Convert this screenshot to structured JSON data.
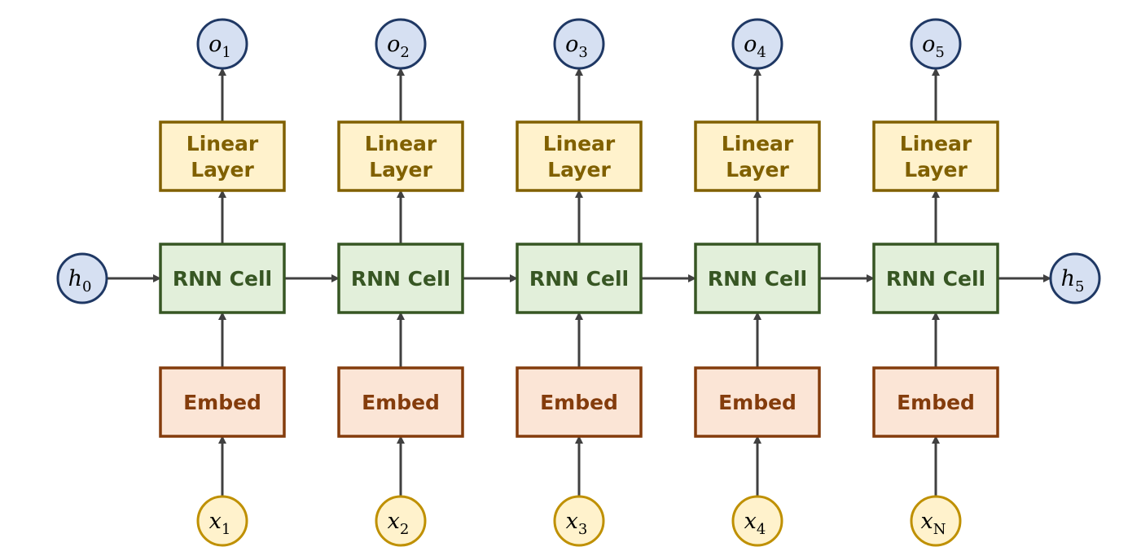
{
  "columns": [
    {
      "output": {
        "var": "o",
        "sub": "1"
      },
      "linear": [
        "Linear",
        "Layer"
      ],
      "rnn": "RNN Cell",
      "embed": "Embed",
      "input": {
        "var": "x",
        "sub": "1"
      }
    },
    {
      "output": {
        "var": "o",
        "sub": "2"
      },
      "linear": [
        "Linear",
        "Layer"
      ],
      "rnn": "RNN Cell",
      "embed": "Embed",
      "input": {
        "var": "x",
        "sub": "2"
      }
    },
    {
      "output": {
        "var": "o",
        "sub": "3"
      },
      "linear": [
        "Linear",
        "Layer"
      ],
      "rnn": "RNN Cell",
      "embed": "Embed",
      "input": {
        "var": "x",
        "sub": "3"
      }
    },
    {
      "output": {
        "var": "o",
        "sub": "4"
      },
      "linear": [
        "Linear",
        "Layer"
      ],
      "rnn": "RNN Cell",
      "embed": "Embed",
      "input": {
        "var": "x",
        "sub": "4"
      }
    },
    {
      "output": {
        "var": "o",
        "sub": "5"
      },
      "linear": [
        "Linear",
        "Layer"
      ],
      "rnn": "RNN Cell",
      "embed": "Embed",
      "input": {
        "var": "x",
        "sub": "N"
      }
    }
  ],
  "hidden_in": {
    "var": "h",
    "sub": "0"
  },
  "hidden_out": {
    "var": "h",
    "sub": "5"
  },
  "colors": {
    "circle_blue_fill": "#d6e0f2",
    "circle_blue_stroke": "#1f3864",
    "circle_yellow_fill": "#fff2cc",
    "circle_yellow_stroke": "#bf9000",
    "linear_fill": "#fff2cc",
    "linear_stroke": "#806000",
    "linear_text": "#806000",
    "rnn_fill": "#e2efda",
    "rnn_stroke": "#375623",
    "rnn_text": "#375623",
    "embed_fill": "#fbe5d6",
    "embed_stroke": "#843c0c",
    "embed_text": "#843c0c",
    "arrow": "#404040"
  }
}
